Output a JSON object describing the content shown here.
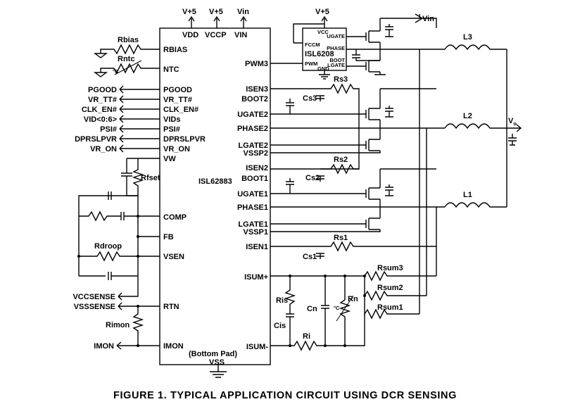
{
  "caption": "FIGURE 1. TYPICAL APPLICATION CIRCUIT USING DCR SENSING",
  "main_ic": {
    "name": "ISL62883",
    "top_pins": [
      "VDD",
      "VCCP",
      "VIN"
    ],
    "top_supplies": [
      "V+5",
      "V+5",
      "Vin"
    ],
    "left_pins": [
      "RBIAS",
      "NTC",
      "PGOOD",
      "VR_TT#",
      "CLK_EN#",
      "VIDs",
      "PSI#",
      "DPRSLPVR",
      "VR_ON",
      "VW",
      "COMP",
      "FB",
      "VSEN",
      "RTN",
      "IMON"
    ],
    "right_pins": [
      "PWM3",
      "ISEN3",
      "BOOT2",
      "UGATE2",
      "PHASE2",
      "LGATE2",
      "VSSP2",
      "ISEN2",
      "BOOT1",
      "UGATE1",
      "PHASE1",
      "LGATE1",
      "VSSP1",
      "ISEN1",
      "ISUM+",
      "ISUM-"
    ],
    "bottom_pad": "(Bottom Pad)",
    "bottom_pin": "VSS"
  },
  "driver_ic": {
    "name": "ISL6208",
    "supply": "V+5",
    "pins_left": [
      "FCCM",
      "PWM"
    ],
    "pins_top": [
      "VCC"
    ],
    "pins_right": [
      "UGATE",
      "PHASE",
      "BOOT",
      "LGATE"
    ],
    "pins_bottom": [
      "GND"
    ]
  },
  "external_signals": [
    "PGOOD",
    "VR_TT#",
    "CLK_EN#",
    "VID<0:6>",
    "PSI#",
    "DPRSLPVR",
    "VR_ON",
    "VCCSENSE",
    "VSSSENSE",
    "IMON"
  ],
  "components": {
    "rbias": "Rbias",
    "rntc": "Rntc",
    "rntc_temp": "°C",
    "rfset": "Rfset",
    "rdroop": "Rdroop",
    "rimon": "Rimon",
    "rs3": "Rs3",
    "cs3": "Cs3",
    "rs2": "Rs2",
    "cs2": "Cs2",
    "rs1": "Rs1",
    "cs1": "Cs1",
    "rsum3": "Rsum3",
    "rsum2": "Rsum2",
    "rsum1": "Rsum1",
    "ris": "Ris",
    "cis": "Cis",
    "cn": "Cn",
    "rn": "Rn",
    "rn_temp": "°C",
    "ri": "Ri",
    "l3": "L3",
    "l2": "L2",
    "l1": "L1"
  },
  "output": {
    "vin": "Vin",
    "vo": "V",
    "vo_sub": "o"
  }
}
